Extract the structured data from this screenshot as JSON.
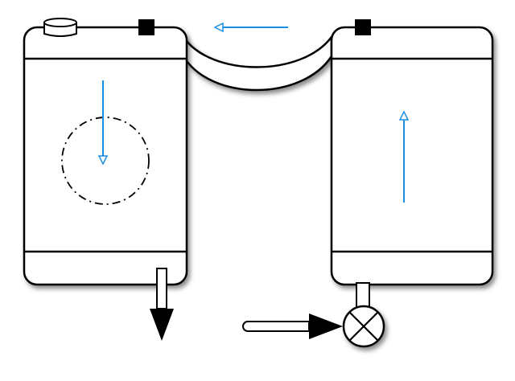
{
  "colors": {
    "outline": "#000000",
    "fill": "#ffffff",
    "flow_arrow": "#1a8fe0",
    "shadow": "#9a9a9a"
  },
  "diagram": {
    "description_free": true,
    "components": [
      {
        "name": "left-tank",
        "icon": "tank-with-fill-cap"
      },
      {
        "name": "right-tank",
        "icon": "tank"
      },
      {
        "name": "connecting-hose",
        "icon": "hose"
      },
      {
        "name": "drain-pipe",
        "icon": "pipe-outlet"
      },
      {
        "name": "valve",
        "icon": "valve-circle-x"
      }
    ],
    "flow_arrows": [
      {
        "name": "top-flow-arrow",
        "direction": "left"
      },
      {
        "name": "left-tank-flow-arrow",
        "direction": "down"
      },
      {
        "name": "right-tank-flow-arrow",
        "direction": "up"
      }
    ],
    "outlet_arrows": [
      {
        "name": "drain-outlet-arrow",
        "direction": "down"
      },
      {
        "name": "inlet-arrow",
        "direction": "right"
      }
    ]
  }
}
